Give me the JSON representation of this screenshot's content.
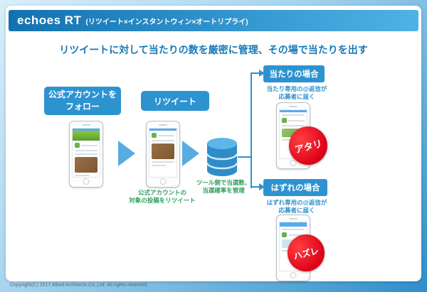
{
  "header": {
    "product": "echoes RT",
    "subtitle": "(リツイート×インスタントウィン×オートリプライ)"
  },
  "title": "リツイートに対して当たりの数を厳密に管理、その場で当たりを出す",
  "flow": {
    "step1_line1": "公式アカウントを",
    "step1_line2": "フォロー",
    "step2": "リツイート",
    "retweet_caption_line1": "公式アカウントの",
    "retweet_caption_line2": "対象の投稿をリツイート",
    "db_caption_line1": "ツール側で当選数、",
    "db_caption_line2": "当選確率を管理"
  },
  "win": {
    "label": "当たりの場合",
    "desc_line1": "当たり専用の@返信が",
    "desc_line2": "応募者に届く",
    "stamp": "アタリ"
  },
  "lose": {
    "label": "はずれの場合",
    "desc_line1": "はずれ専用の@返信が",
    "desc_line2": "応募者に届く",
    "stamp": "ハズレ"
  },
  "footer": "Copyright(C) 2017 Allied Architects Co.,Ltd.  All rights reserved.",
  "colors": {
    "accent_blue": "#2d93d0",
    "header_gradient_start": "#1272b0",
    "header_gradient_end": "#4fb2e6",
    "caption_green": "#2ba05a",
    "stamp_red": "#dc0018"
  }
}
